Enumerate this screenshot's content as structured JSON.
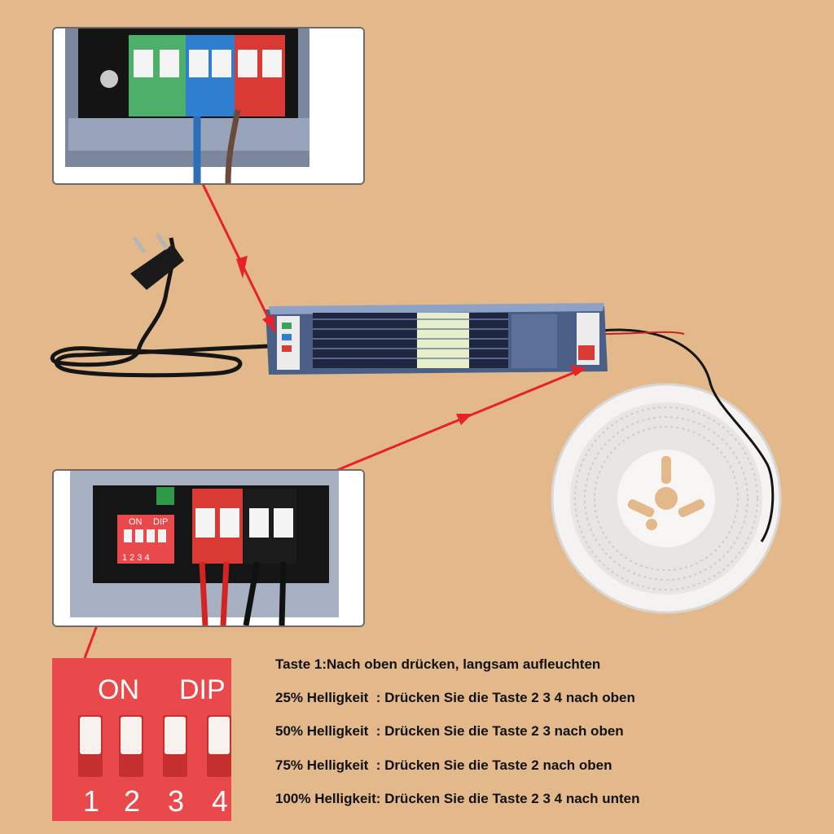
{
  "dip_zoom": {
    "on_label": "ON",
    "dip_label": "DIP",
    "switch_numbers": [
      "1",
      "2",
      "3",
      "4"
    ]
  },
  "small_dip": {
    "on_label": "ON",
    "dip_label": "DIP",
    "numbers": "1 2 3 4"
  },
  "instructions": [
    "Taste 1:Nach oben drücken, langsam aufleuchten",
    "25% Helligkeit  : Drücken Sie die Taste 2 3 4 nach oben",
    "50% Helligkeit  : Drücken Sie die Taste 2 3 nach oben",
    "75% Helligkeit  : Drücken Sie die Taste 2 nach oben",
    "100% Helligkeit: Drücken Sie die Taste 2 3 4 nach unten"
  ],
  "colors": {
    "background": "#e3b98c",
    "arrow": "#e8202a",
    "dip_red": "#e9494b",
    "terminal_green": "#4caf6a",
    "terminal_blue": "#2f7fd0",
    "terminal_red": "#d93a34"
  }
}
